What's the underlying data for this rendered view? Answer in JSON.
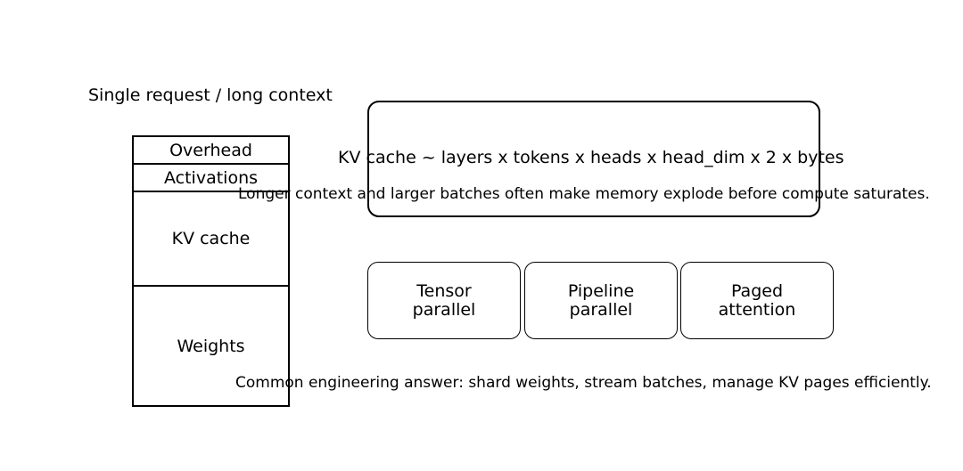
{
  "heading": "Single request / long context",
  "memory_stack": {
    "segments": [
      {
        "label": "Overhead"
      },
      {
        "label": "Activations"
      },
      {
        "label": "KV cache"
      },
      {
        "label": "Weights"
      }
    ]
  },
  "formula": "KV cache ~ layers x tokens x heads x head_dim x 2 x bytes",
  "notes": {
    "memory_explode": "Longer context and larger batches often make memory explode before compute saturates.",
    "engineering_answer": "Common engineering answer: shard weights, stream batches, manage KV pages efficiently."
  },
  "solutions": [
    {
      "line1": "Tensor",
      "line2": "parallel"
    },
    {
      "line1": "Pipeline",
      "line2": "parallel"
    },
    {
      "line1": "Paged",
      "line2": "attention"
    }
  ]
}
